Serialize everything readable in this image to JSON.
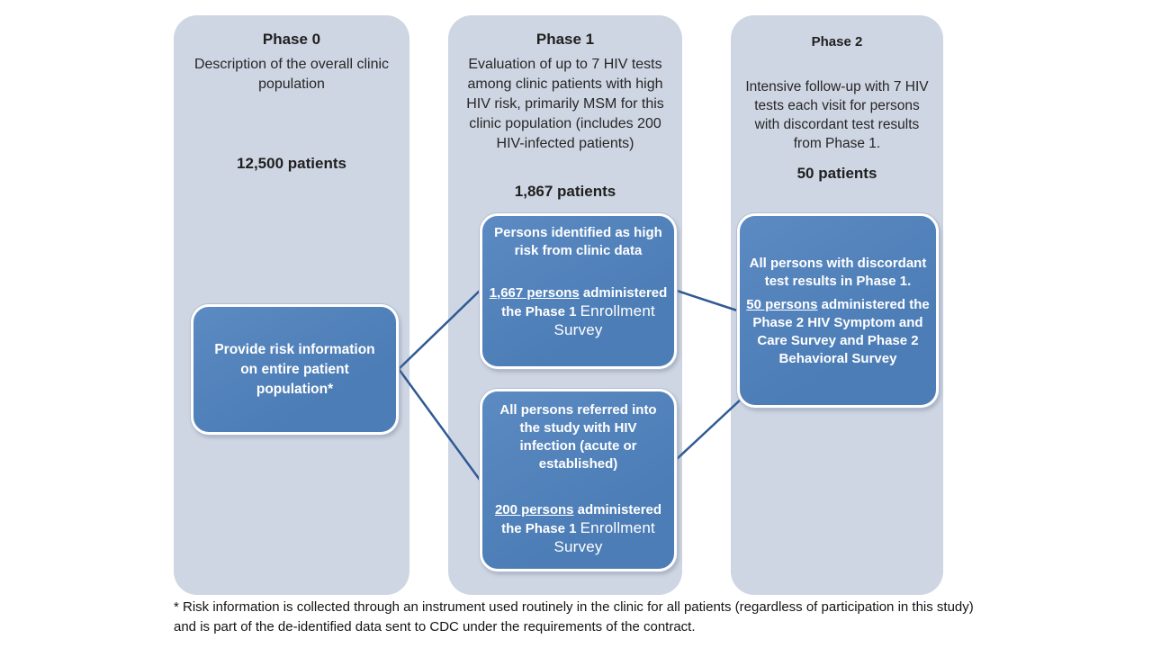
{
  "colors": {
    "column_bg": "#cfd6e3",
    "box_fill": "#4e81ba",
    "box_border": "#ffffff",
    "connector": "#2f5a93",
    "header_text": "#1f1f1f",
    "box_text": "#ffffff"
  },
  "columns": [
    {
      "title": "Phase 0",
      "description": "Description of the overall clinic population",
      "count": "12,500 patients"
    },
    {
      "title": "Phase 1",
      "description": "Evaluation of up to 7 HIV tests among clinic patients with high HIV risk, primarily MSM for this clinic population (includes 200 HIV-infected patients)",
      "count": "1,867 patients"
    },
    {
      "title": "Phase 2",
      "description": "Intensive follow-up with 7 HIV tests each visit for persons with discordant test results from Phase 1.",
      "count": "50 patients"
    }
  ],
  "boxes": {
    "phase0": {
      "text": "Provide risk information on entire patient population*"
    },
    "phase1_top": {
      "line1": "Persons identified as high risk from clinic data",
      "persons": "1,667 persons",
      "admin": "administered the Phase 1",
      "survey": "Enrollment Survey"
    },
    "phase1_bottom": {
      "line1": "All persons referred into the study with HIV infection (acute or established)",
      "persons": "200 persons",
      "admin": "administered the Phase 1",
      "survey": "Enrollment Survey"
    },
    "phase2": {
      "line1": "All persons with discordant test results in Phase 1.",
      "persons": "50 persons",
      "rest": "administered the Phase 2 HIV Symptom and Care Survey and Phase 2 Behavioral Survey"
    }
  },
  "footnote": "* Risk information is collected through an instrument used routinely in the clinic for all patients (regardless of participation in this study) and is part of the de-identified data sent to CDC under the requirements of the contract."
}
